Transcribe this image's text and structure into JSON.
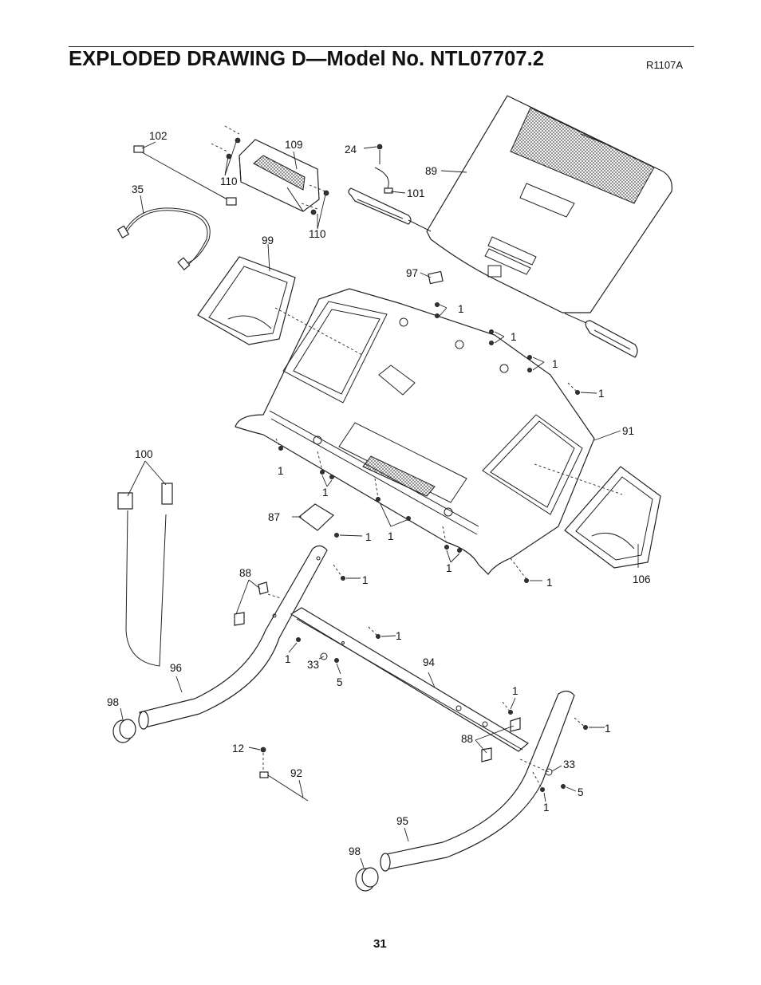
{
  "header": {
    "title": "EXPLODED DRAWING D—Model No. NTL07707.2",
    "drawing_code": "R1107A"
  },
  "footer": {
    "page_number": "31"
  },
  "callouts": {
    "c102": "102",
    "c109": "109",
    "c24": "24",
    "c89": "89",
    "c110a": "110",
    "c35": "35",
    "c101": "101",
    "c110b": "110",
    "c99": "99",
    "c97": "97",
    "c1a": "1",
    "c1b": "1",
    "c1c": "1",
    "c1d": "1",
    "c91": "91",
    "c100": "100",
    "c1e": "1",
    "c1f": "1",
    "c87": "87",
    "c1g": "1",
    "c1h": "1",
    "c1i": "1",
    "c106": "106",
    "c1j": "1",
    "c88a": "88",
    "c1k": "1",
    "c1l": "1",
    "c1m": "1",
    "c33a": "33",
    "c5a": "5",
    "c94": "94",
    "c96": "96",
    "c98a": "98",
    "c1n": "1",
    "c1o": "1",
    "c88b": "88",
    "c12": "12",
    "c92": "92",
    "c33b": "33",
    "c5b": "5",
    "c1p": "1",
    "c95": "95",
    "c98b": "98"
  }
}
